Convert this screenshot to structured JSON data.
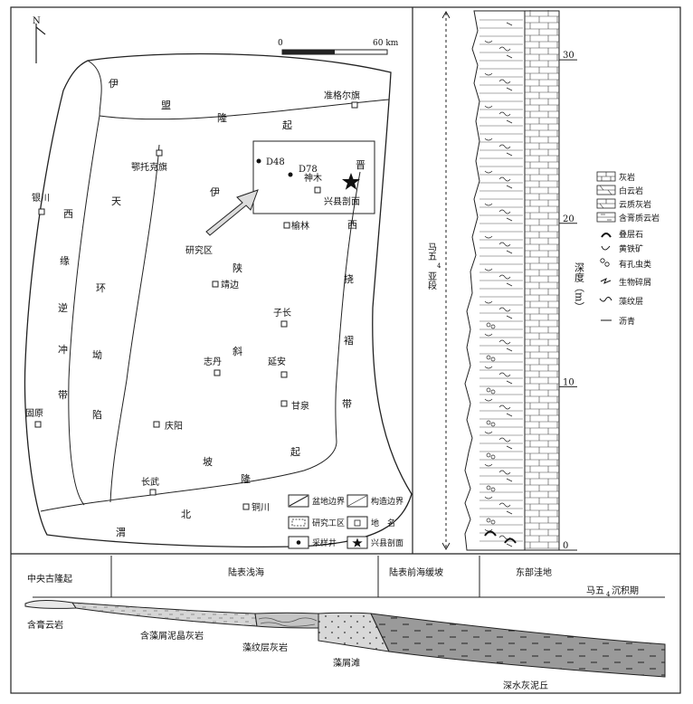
{
  "map": {
    "north": "N",
    "scale_start": "0",
    "scale_end": "60 km",
    "region_units": {
      "yimeng_1": "伊",
      "yimeng_2": "盟",
      "yimeng_3": "隆",
      "yimeng_4": "起",
      "tianhuan_1": "天",
      "tianhuan_2": "环",
      "tianhuan_3": "坳",
      "tianhuan_4": "陷",
      "xiyuan_1": "西",
      "xiyuan_2": "缘",
      "xiyuan_3": "逆",
      "xiyuan_4": "冲",
      "xiyuan_5": "带",
      "yishan_1": "伊",
      "yishan_2": "陕",
      "yishan_3": "斜",
      "yishan_4": "坡",
      "jinxi_1": "晋",
      "jinxi_2": "西",
      "jinxi_3": "挠",
      "jinxi_4": "褶",
      "jinxi_5": "带",
      "weibei_1": "渭",
      "weibei_2": "北",
      "weibei_3": "隆",
      "weibei_4": "起"
    },
    "places": {
      "zhungeer": "准格尔旗",
      "etuoke": "鄂托克旗",
      "yinchuan": "银川",
      "shenmu": "神木",
      "yulin": "榆林",
      "jingbian": "靖边",
      "zichang": "子长",
      "zhidan": "志丹",
      "yanan": "延安",
      "ganquan": "甘泉",
      "guyuan": "固原",
      "qingyang": "庆阳",
      "changwu": "长武",
      "tongchuan": "铜川"
    },
    "wells": {
      "d48": "D48",
      "d78": "D78",
      "xingxian": "兴县剖面"
    },
    "study_area": "研究区",
    "legend": {
      "basin_boundary": "盆地边界",
      "tectonic_boundary": "构造边界",
      "study_work_area": "研究工区",
      "place_name": "地　名",
      "sampling_well": "采样井",
      "xingxian_section": "兴县剖面"
    }
  },
  "column": {
    "member_label_1": "马五",
    "member_sub": "4",
    "member_label_2": "亚段",
    "depth_label": "深度（m）",
    "depth_ticks": [
      "0",
      "10",
      "20",
      "30"
    ],
    "depth_max": 33,
    "legend": {
      "limestone": "灰岩",
      "dolomite": "白云岩",
      "dolomitic_limestone": "云质灰岩",
      "gypsum_dolomite": "含膏质云岩",
      "stromatolite": "叠层石",
      "pyrite": "黄铁矿",
      "foraminifera": "有孔虫类",
      "bioclast": "生物碎屑",
      "algal_lamination": "藻纹层",
      "bitumen": "沥青"
    }
  },
  "profile": {
    "zone_central": "中央古隆起",
    "zone_shallow": "陆表浅海",
    "zone_slope": "陆表前海缓坡",
    "zone_east": "东部洼地",
    "period": "马五",
    "period_sub": "4",
    "period_suffix": "沉积期",
    "facies": {
      "gypsum_dolomite": "含膏云岩",
      "algal_micrite": "含藻屑泥晶灰岩",
      "algal_laminated": "藻纹层灰岩",
      "algal_shoal": "藻屑滩",
      "deepwater_mound": "深水灰泥丘"
    }
  }
}
